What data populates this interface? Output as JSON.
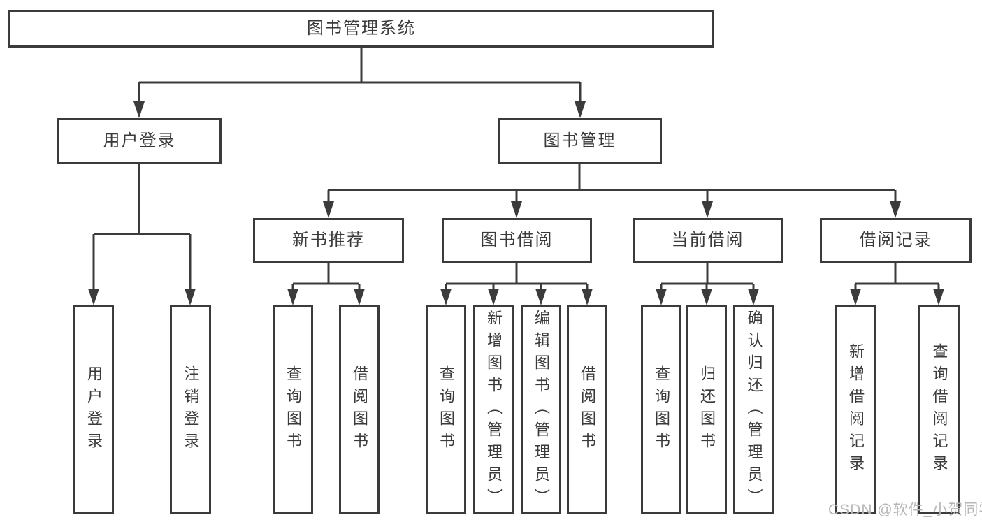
{
  "diagram": {
    "root": {
      "label": "图书管理系统"
    },
    "level1": {
      "user_login": {
        "label": "用户登录"
      },
      "book_mgmt": {
        "label": "图书管理"
      }
    },
    "level2": {
      "new_book": {
        "label": "新书推荐"
      },
      "borrow": {
        "label": "图书借阅"
      },
      "current": {
        "label": "当前借阅"
      },
      "records": {
        "label": "借阅记录"
      }
    },
    "leaves": {
      "user_login_1": {
        "label": "用户登录"
      },
      "user_login_2": {
        "label": "注销登录"
      },
      "new_book_1": {
        "label": "查询图书"
      },
      "new_book_2": {
        "label": "借阅图书"
      },
      "borrow_1": {
        "label": "查询图书"
      },
      "borrow_2": {
        "label": "新增图书（管理员）"
      },
      "borrow_3": {
        "label": "编辑图书（管理员）"
      },
      "borrow_4": {
        "label": "借阅图书"
      },
      "current_1": {
        "label": "查询图书"
      },
      "current_2": {
        "label": "归还图书"
      },
      "current_3": {
        "label": "确认归还（管理员）"
      },
      "records_1": {
        "label": "新增借阅记录"
      },
      "records_2": {
        "label": "查询借阅记录"
      }
    },
    "colors": {
      "line": "#3b3b3b",
      "text": "#3a3a3a",
      "background": "#ffffff",
      "watermark": "#b7b7b9"
    }
  },
  "watermark": {
    "text": "CSDN @软件_小贺同学"
  }
}
